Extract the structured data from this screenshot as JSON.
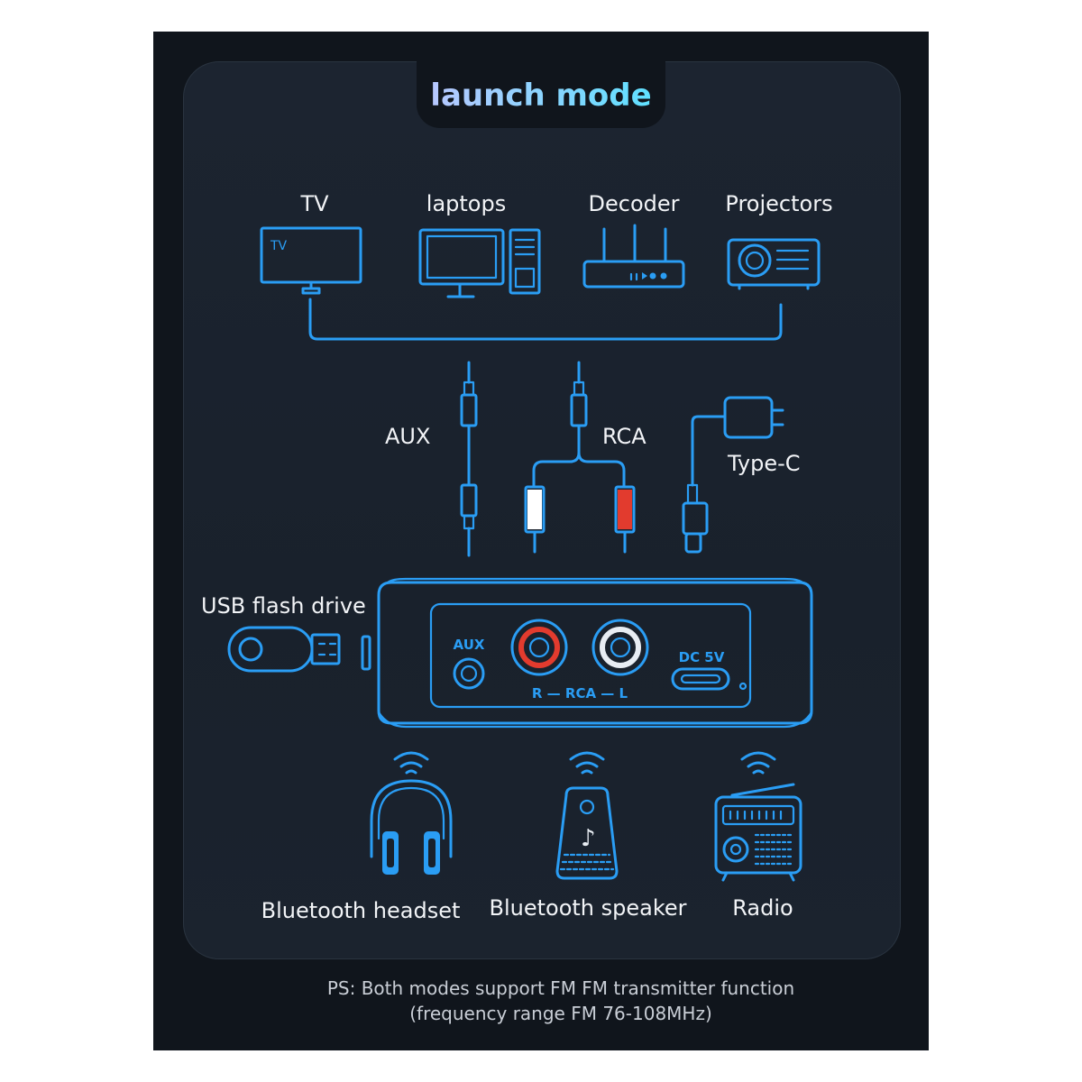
{
  "title": "launch mode",
  "sources": [
    {
      "label": "TV",
      "icon": "tv-icon",
      "screen_text": "TV"
    },
    {
      "label": "laptops",
      "icon": "desktop-computer-icon"
    },
    {
      "label": "Decoder",
      "icon": "router-decoder-icon"
    },
    {
      "label": "Projectors",
      "icon": "projector-icon"
    }
  ],
  "cables": [
    {
      "label": "AUX",
      "icon": "aux-cable-icon"
    },
    {
      "label": "RCA",
      "icon": "rca-cable-icon"
    },
    {
      "label": "Type-C",
      "icon": "type-c-charger-icon"
    }
  ],
  "device": {
    "usb_label": "USB flash drive",
    "aux_port": "AUX",
    "rca_ports": "R — RCA — L",
    "dc_port": "DC 5V",
    "colors": {
      "rca_red": "#e23b2e",
      "rca_white": "#ffffff",
      "line": "#2a9df4"
    }
  },
  "outputs": [
    {
      "label": "Bluetooth headset",
      "icon": "headphones-icon"
    },
    {
      "label": "Bluetooth speaker",
      "icon": "smart-speaker-icon"
    },
    {
      "label": "Radio",
      "icon": "radio-icon"
    }
  ],
  "footnote": {
    "line1": "PS: Both modes support FM FM transmitter function",
    "line2": "(frequency range FM 76-108MHz)"
  }
}
